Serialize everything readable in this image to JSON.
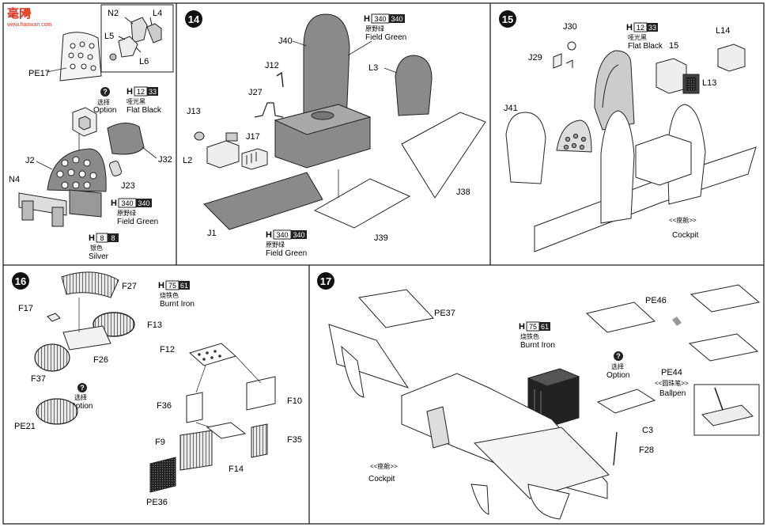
{
  "watermark": {
    "brand": "毫网",
    "url": "www.haowan.com"
  },
  "step_13": {
    "inset_parts": [
      "N2",
      "L4",
      "L5",
      "L6"
    ],
    "parts": [
      "PE17",
      "J2",
      "J32",
      "N4",
      "J23"
    ],
    "option_mark": "?",
    "option_zh": "选择",
    "option_en": "Option",
    "paints": [
      {
        "code_h": "H",
        "code": "12",
        "code2": "33",
        "zh": "哑光黑",
        "en": "Flat Black"
      },
      {
        "code_h": "H",
        "code": "340",
        "code2": "340",
        "zh": "原野绿",
        "en": "Field Green"
      },
      {
        "code_h": "H",
        "code": "8",
        "code2": "8",
        "zh": "银色",
        "en": "Silver"
      }
    ]
  },
  "step_14": {
    "number": "14",
    "parts": [
      "J40",
      "L3",
      "J12",
      "J27",
      "J13",
      "J17",
      "L2",
      "J1",
      "J39",
      "J38"
    ],
    "paints": [
      {
        "code_h": "H",
        "code": "340",
        "code2": "340",
        "zh": "原野绿",
        "en": "Field Green"
      },
      {
        "code_h": "H",
        "code": "340",
        "code2": "340",
        "zh": "原野绿",
        "en": "Field Green"
      }
    ]
  },
  "step_15": {
    "number": "15",
    "parts": [
      "J30",
      "J29",
      "L14",
      "L13",
      "J41"
    ],
    "part_15": "15",
    "paint": {
      "code_h": "H",
      "code": "12",
      "code2": "33",
      "zh": "哑光黑",
      "en": "Flat Black"
    },
    "cockpit_zh": "<<座舱>>",
    "cockpit_en": "Cockpit"
  },
  "step_16": {
    "number": "16",
    "parts": [
      "F27",
      "F17",
      "F13",
      "F37",
      "F26",
      "PE21",
      "F12",
      "F36",
      "F10",
      "F9",
      "F35",
      "F14",
      "PE36"
    ],
    "paint": {
      "code_h": "H",
      "code": "75",
      "code2": "61",
      "zh": "烧铁色",
      "en": "Burnt Iron"
    },
    "option_mark": "?",
    "option_zh": "选择",
    "option_en": "Option"
  },
  "step_17": {
    "number": "17",
    "parts": [
      "PE37",
      "PE46",
      "PE44",
      "C3",
      "F28"
    ],
    "paint": {
      "code_h": "H",
      "code": "75",
      "code2": "61",
      "zh": "烧铁色",
      "en": "Burnt Iron"
    },
    "option_mark": "?",
    "option_zh": "选择",
    "option_en": "Option",
    "ballpen_zh": "<<圆珠笔>>",
    "ballpen_en": "Ballpen",
    "cockpit_zh": "<<座舱>>",
    "cockpit_en": "Cockpit"
  }
}
